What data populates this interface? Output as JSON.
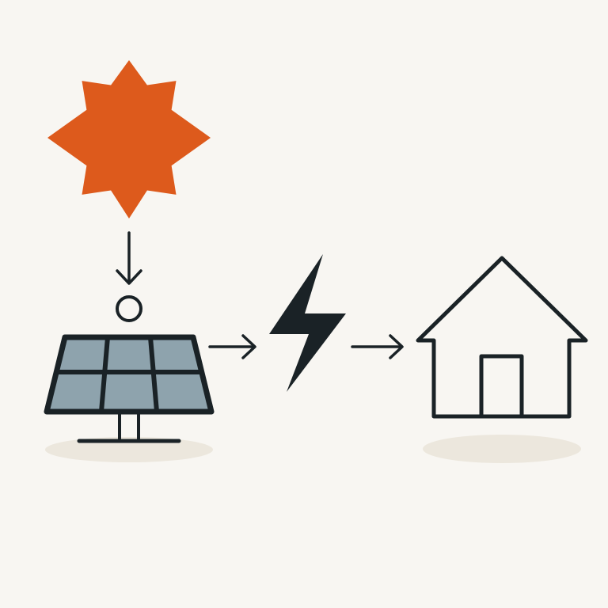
{
  "colors": {
    "background": "#f8f6f2",
    "sun": "#dd5a1c",
    "panel_cell": "#8ea3ad",
    "stroke": "#1a2226",
    "bolt": "#1a2226",
    "shadow": "#ece7dd"
  },
  "diagram": {
    "nodes": [
      {
        "id": "sun",
        "icon": "sun-icon"
      },
      {
        "id": "solar-panel",
        "icon": "solar-panel-icon"
      },
      {
        "id": "electricity",
        "icon": "lightning-bolt-icon"
      },
      {
        "id": "house",
        "icon": "house-icon"
      }
    ],
    "edges": [
      {
        "from": "sun",
        "to": "solar-panel",
        "icon": "arrow-down-icon"
      },
      {
        "from": "solar-panel",
        "to": "electricity",
        "icon": "arrow-right-icon"
      },
      {
        "from": "electricity",
        "to": "house",
        "icon": "arrow-right-icon"
      }
    ]
  }
}
